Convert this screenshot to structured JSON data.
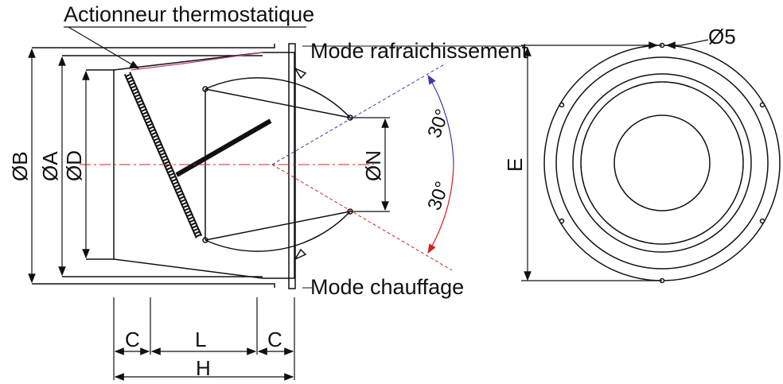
{
  "labels": {
    "actuator": "Actionneur thermostatique",
    "cooling_mode": "Mode rafraichissement",
    "heating_mode": "Mode chauffage",
    "angle_top": "30°",
    "angle_bottom": "30°",
    "dim_b": "ØB",
    "dim_a": "ØA",
    "dim_d": "ØD",
    "dim_n": "ØN",
    "dim_c_left": "C",
    "dim_l": "L",
    "dim_c_right": "C",
    "dim_h": "H",
    "dim_e": "E",
    "dim_hole": "Ø5"
  },
  "colors": {
    "line": "#111111",
    "cooling_axis": "#3a3aa8",
    "heating_axis": "#d42020",
    "center_line": "#d42020",
    "actuator_tint": "#c04080"
  }
}
